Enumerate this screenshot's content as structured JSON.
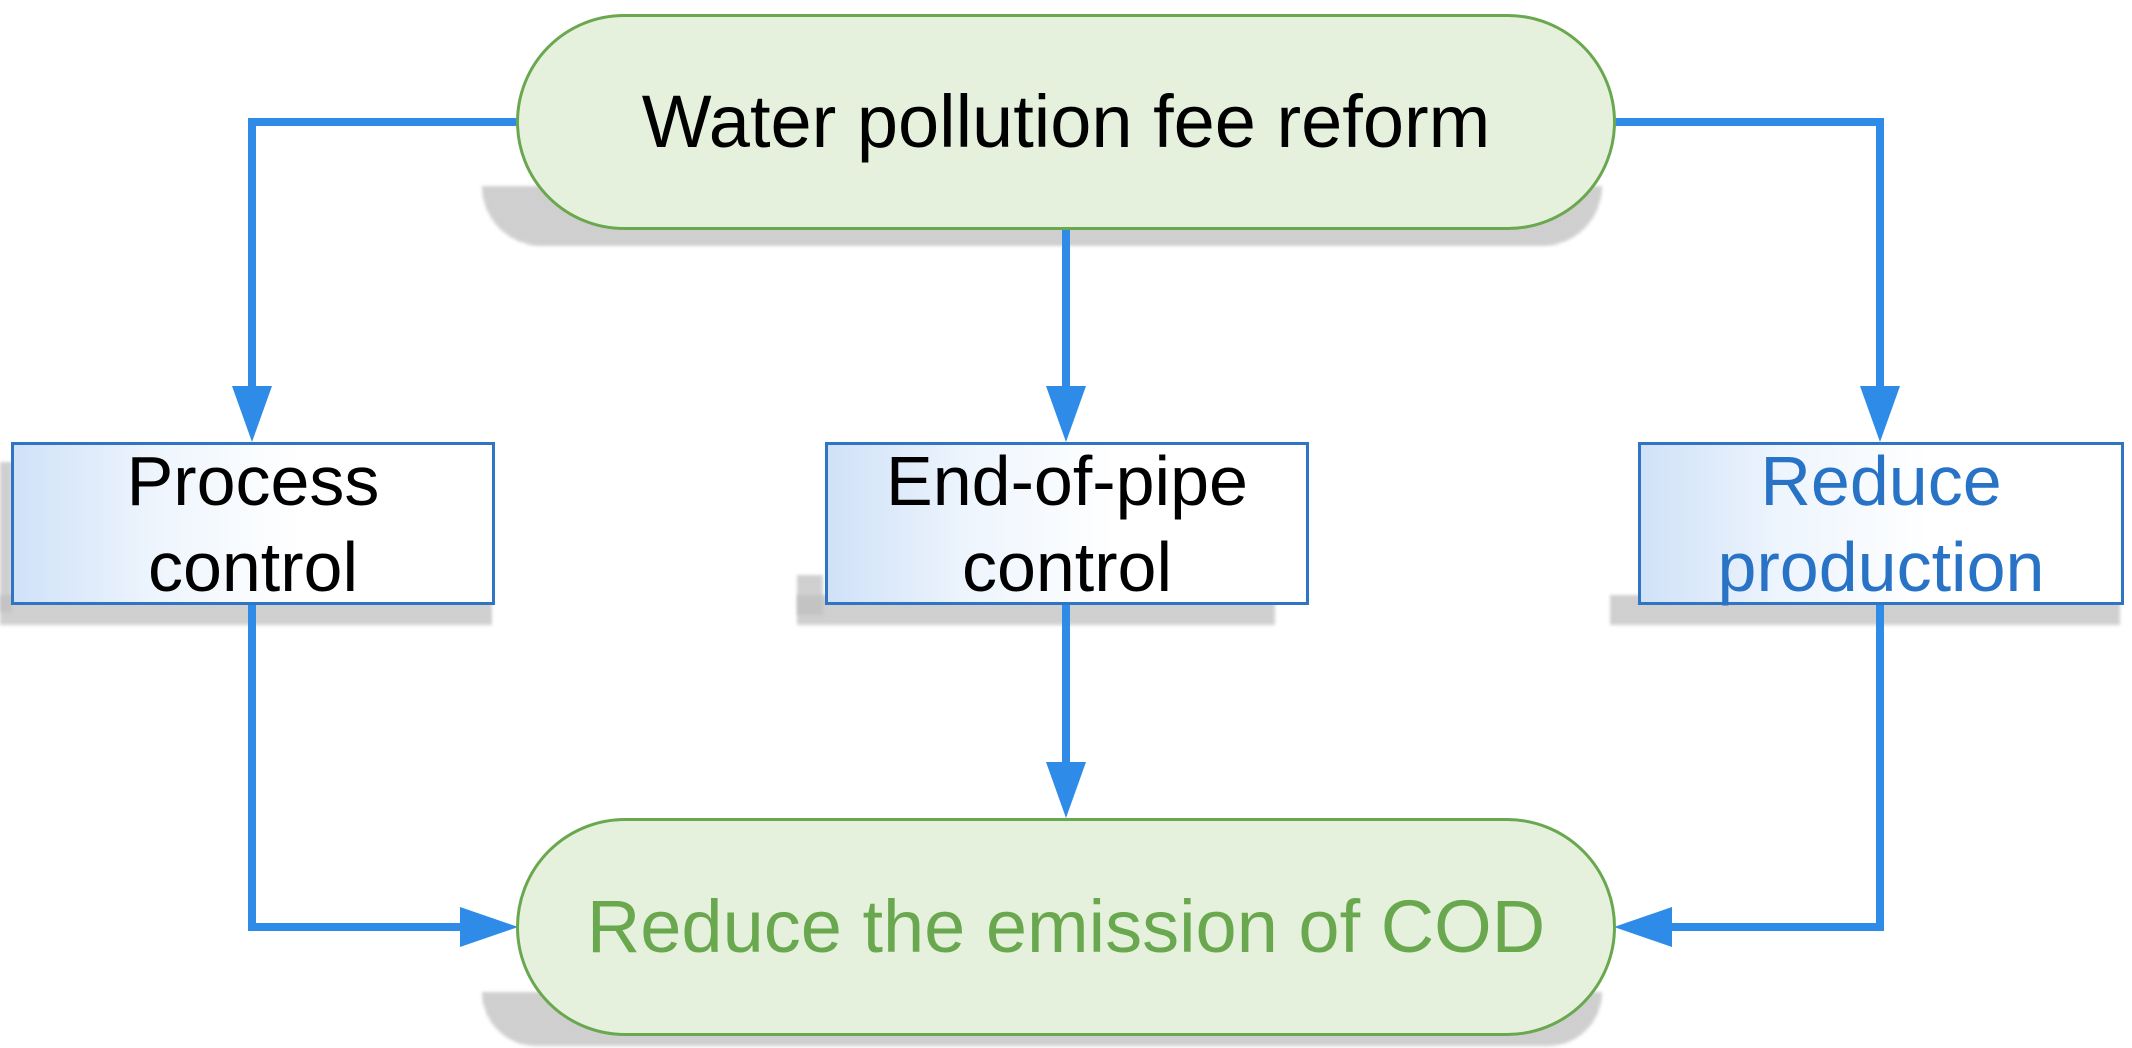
{
  "diagram": {
    "top_node": {
      "label": "Water pollution fee reform"
    },
    "middle_nodes": [
      {
        "label": "Process\ncontrol"
      },
      {
        "label": "End-of-pipe\ncontrol"
      },
      {
        "label": "Reduce\nproduction"
      }
    ],
    "bottom_node": {
      "label": "Reduce the emission of COD"
    }
  },
  "colors": {
    "connector": "#2e8be8",
    "pill_border": "#6aa84f",
    "pill_fill": "#e6f1dd",
    "box_border": "#2f75c4",
    "text_default": "#000000",
    "text_blue": "#2873c6",
    "text_green": "#6aa84f"
  }
}
